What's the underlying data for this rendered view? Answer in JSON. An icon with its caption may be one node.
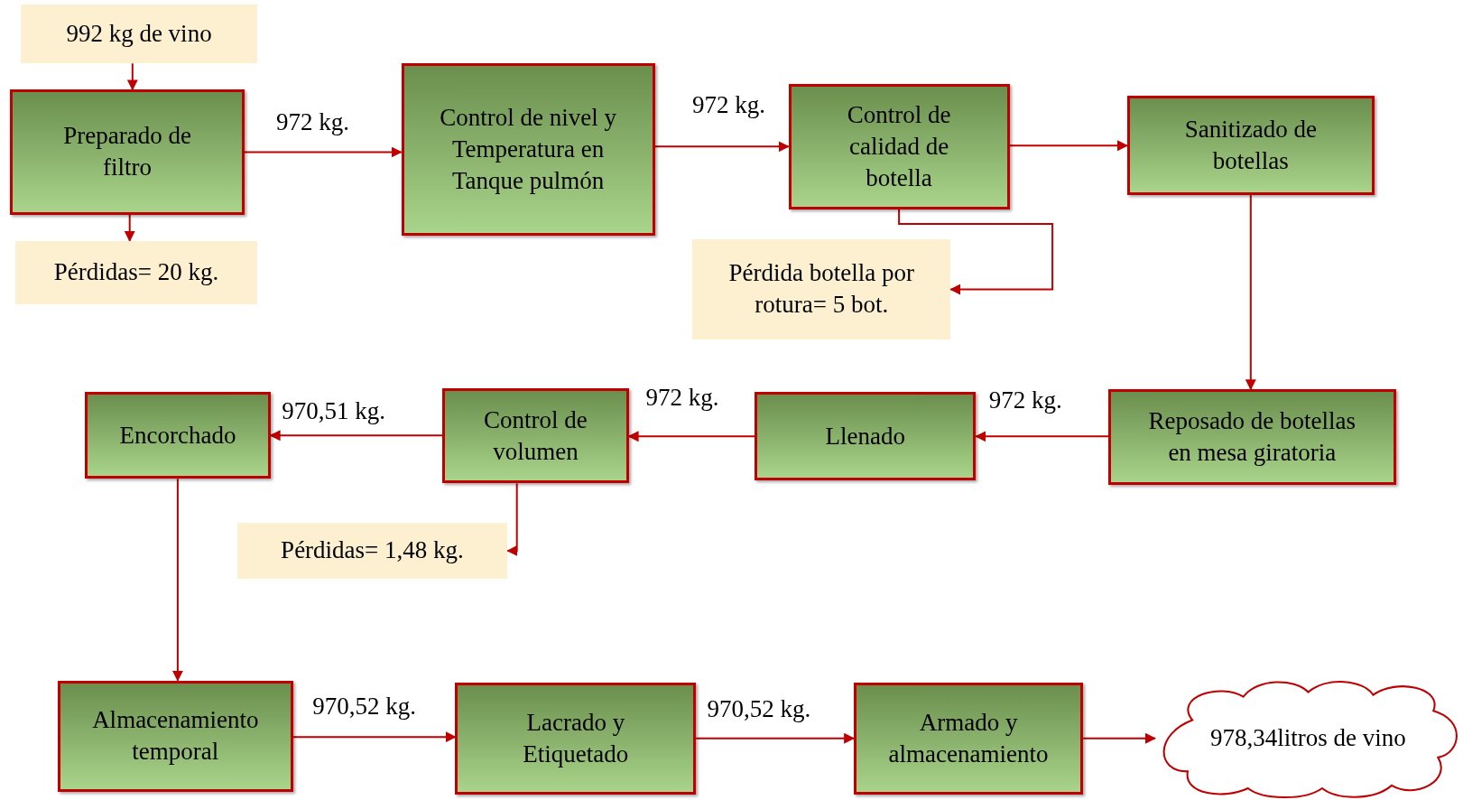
{
  "diagram": {
    "nodes": [
      {
        "text": [
          "992 kg de vino"
        ]
      },
      {
        "text": [
          "Preparado de filtro"
        ]
      },
      {
        "text": [
          "Pérdidas= 20 kg."
        ]
      },
      {
        "text": [
          "Control de nivel y Temperatura en Tanque pulmón"
        ]
      },
      {
        "text": [
          "Control de calidad de botella"
        ]
      },
      {
        "text": [
          "Sanitizado de botellas"
        ]
      },
      {
        "text": [
          "Pérdida botella por rotura= 5 bot."
        ]
      },
      {
        "text": [
          "Reposado de botellas en mesa giratoria"
        ]
      },
      {
        "text": [
          "Llenado"
        ]
      },
      {
        "text": [
          "Control de volumen"
        ]
      },
      {
        "text": [
          "Encorchado"
        ]
      },
      {
        "text": [
          "Pérdidas= 1,48 kg."
        ]
      },
      {
        "text": [
          "Almacenamiento temporal"
        ]
      },
      {
        "text": [
          "Lacrado y Etiquetado"
        ]
      },
      {
        "text": [
          "Armado y almacenamiento"
        ]
      },
      {
        "text": [
          "978,34litros de vino"
        ]
      }
    ],
    "edges": [
      {
        "from": 0,
        "to": 1,
        "arrow": "to"
      },
      {
        "from": 1,
        "to": 2,
        "arrow": "to"
      },
      {
        "from": 1,
        "to": 3,
        "arrow": "to",
        "label": "972 kg."
      },
      {
        "from": 3,
        "to": 4,
        "arrow": "to",
        "label": "972 kg."
      },
      {
        "from": 4,
        "to": 5,
        "arrow": "to"
      },
      {
        "from": 4,
        "to": 6,
        "arrow": "to"
      },
      {
        "from": 5,
        "to": 7,
        "arrow": "to"
      },
      {
        "from": 7,
        "to": 8,
        "arrow": "to",
        "label": "972 kg."
      },
      {
        "from": 8,
        "to": 9,
        "arrow": "to",
        "label": "972 kg."
      },
      {
        "from": 9,
        "to": 10,
        "arrow": "to",
        "label": "970,51 kg."
      },
      {
        "from": 9,
        "to": 11,
        "arrow": "to"
      },
      {
        "from": 10,
        "to": 12,
        "arrow": "to"
      },
      {
        "from": 12,
        "to": 13,
        "arrow": "to",
        "label": "970,52 kg."
      },
      {
        "from": 13,
        "to": 14,
        "arrow": "to",
        "label": "970,52 kg."
      },
      {
        "from": 14,
        "to": 15,
        "arrow": "to"
      }
    ]
  }
}
